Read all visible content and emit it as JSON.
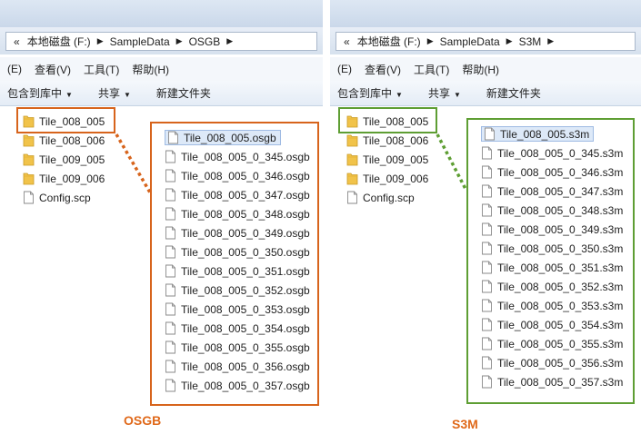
{
  "left_window": {
    "address": [
      "本地磁盘 (F:)",
      "SampleData",
      "OSGB"
    ],
    "menu": [
      "(E)",
      "查看(V)",
      "工具(T)",
      "帮助(H)"
    ],
    "toolbar": [
      "包含到库中",
      "共享",
      "新建文件夹"
    ],
    "items": [
      {
        "name": "Tile_008_005",
        "icon": "folder-icon"
      },
      {
        "name": "Tile_008_006",
        "icon": "folder-icon"
      },
      {
        "name": "Tile_009_005",
        "icon": "folder-icon"
      },
      {
        "name": "Tile_009_006",
        "icon": "folder-icon"
      },
      {
        "name": "Config.scp",
        "icon": "file-icon"
      }
    ],
    "callout_files": [
      "Tile_008_005.osgb",
      "Tile_008_005_0_345.osgb",
      "Tile_008_005_0_346.osgb",
      "Tile_008_005_0_347.osgb",
      "Tile_008_005_0_348.osgb",
      "Tile_008_005_0_349.osgb",
      "Tile_008_005_0_350.osgb",
      "Tile_008_005_0_351.osgb",
      "Tile_008_005_0_352.osgb",
      "Tile_008_005_0_353.osgb",
      "Tile_008_005_0_354.osgb",
      "Tile_008_005_0_355.osgb",
      "Tile_008_005_0_356.osgb",
      "Tile_008_005_0_357.osgb"
    ],
    "caption": "OSGB",
    "accent": "#d7641c"
  },
  "right_window": {
    "address": [
      "本地磁盘 (F:)",
      "SampleData",
      "S3M"
    ],
    "menu": [
      "(E)",
      "查看(V)",
      "工具(T)",
      "帮助(H)"
    ],
    "toolbar": [
      "包含到库中",
      "共享",
      "新建文件夹"
    ],
    "items": [
      {
        "name": "Tile_008_005",
        "icon": "folder-icon"
      },
      {
        "name": "Tile_008_006",
        "icon": "folder-icon"
      },
      {
        "name": "Tile_009_005",
        "icon": "folder-icon"
      },
      {
        "name": "Tile_009_006",
        "icon": "folder-icon"
      },
      {
        "name": "Config.scp",
        "icon": "file-icon"
      }
    ],
    "callout_files": [
      "Tile_008_005.s3m",
      "Tile_008_005_0_345.s3m",
      "Tile_008_005_0_346.s3m",
      "Tile_008_005_0_347.s3m",
      "Tile_008_005_0_348.s3m",
      "Tile_008_005_0_349.s3m",
      "Tile_008_005_0_350.s3m",
      "Tile_008_005_0_351.s3m",
      "Tile_008_005_0_352.s3m",
      "Tile_008_005_0_353.s3m",
      "Tile_008_005_0_354.s3m",
      "Tile_008_005_0_355.s3m",
      "Tile_008_005_0_356.s3m",
      "Tile_008_005_0_357.s3m"
    ],
    "caption": "S3M",
    "accent": "#5e9e33"
  },
  "caption_color": "#e0691a"
}
